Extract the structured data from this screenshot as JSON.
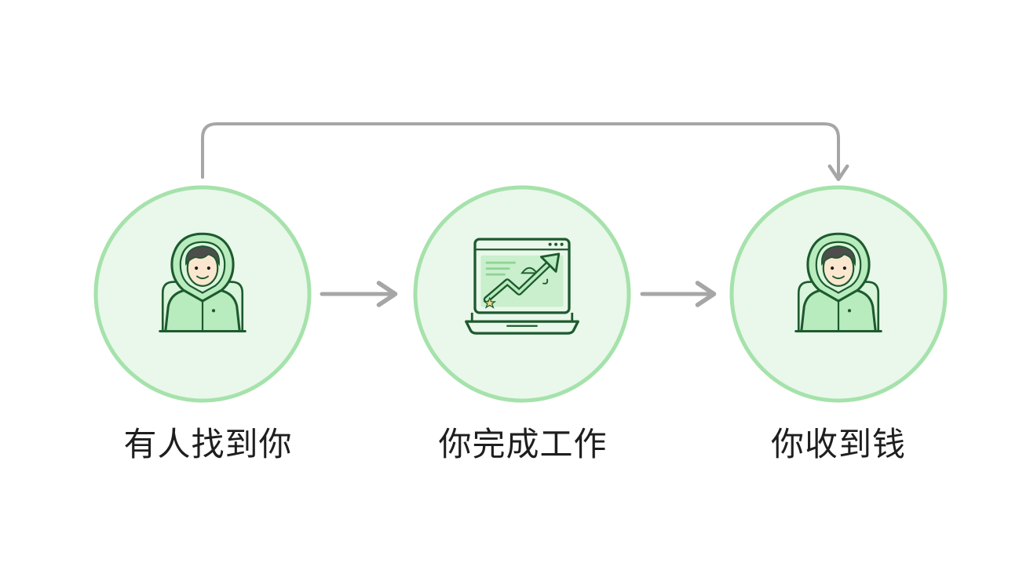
{
  "steps": [
    {
      "label": "有人找到你",
      "icon": "person-hood-icon"
    },
    {
      "label": "你完成工作",
      "icon": "laptop-growth-chart-icon"
    },
    {
      "label": "你收到钱",
      "icon": "person-hood-icon"
    }
  ],
  "colors": {
    "circle_fill": "#e9f8ea",
    "circle_stroke": "#a6e2ab",
    "icon_stroke": "#1d5a2e",
    "icon_fill": "#b8ebbd",
    "icon_fill_light": "#d9f5db",
    "arrow": "#a6a6a6",
    "text": "#1e1e1e"
  }
}
